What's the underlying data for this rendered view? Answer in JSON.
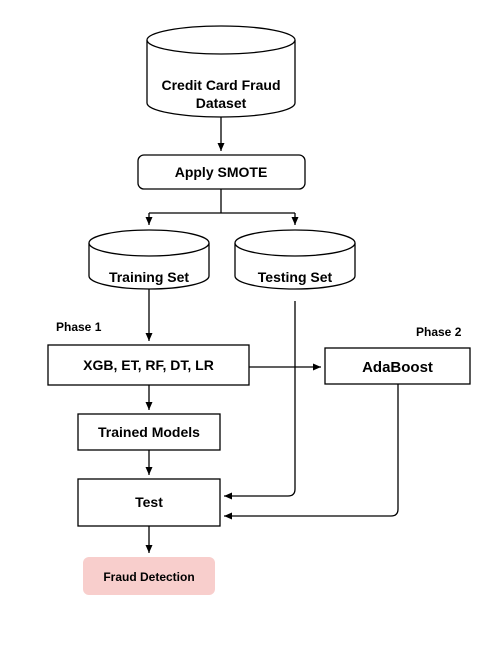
{
  "nodes": {
    "dataset_line1": "Credit Card Fraud",
    "dataset_line2": "Dataset",
    "smote": "Apply SMOTE",
    "training": "Training Set",
    "testing": "Testing Set",
    "models": "XGB, ET, RF, DT, LR",
    "adaboost": "AdaBoost",
    "trained": "Trained Models",
    "test": "Test",
    "fraud": "Fraud Detection"
  },
  "labels": {
    "phase1": "Phase 1",
    "phase2": "Phase 2"
  },
  "colors": {
    "fraud_fill": "#f8cecc",
    "stroke": "#000000"
  }
}
